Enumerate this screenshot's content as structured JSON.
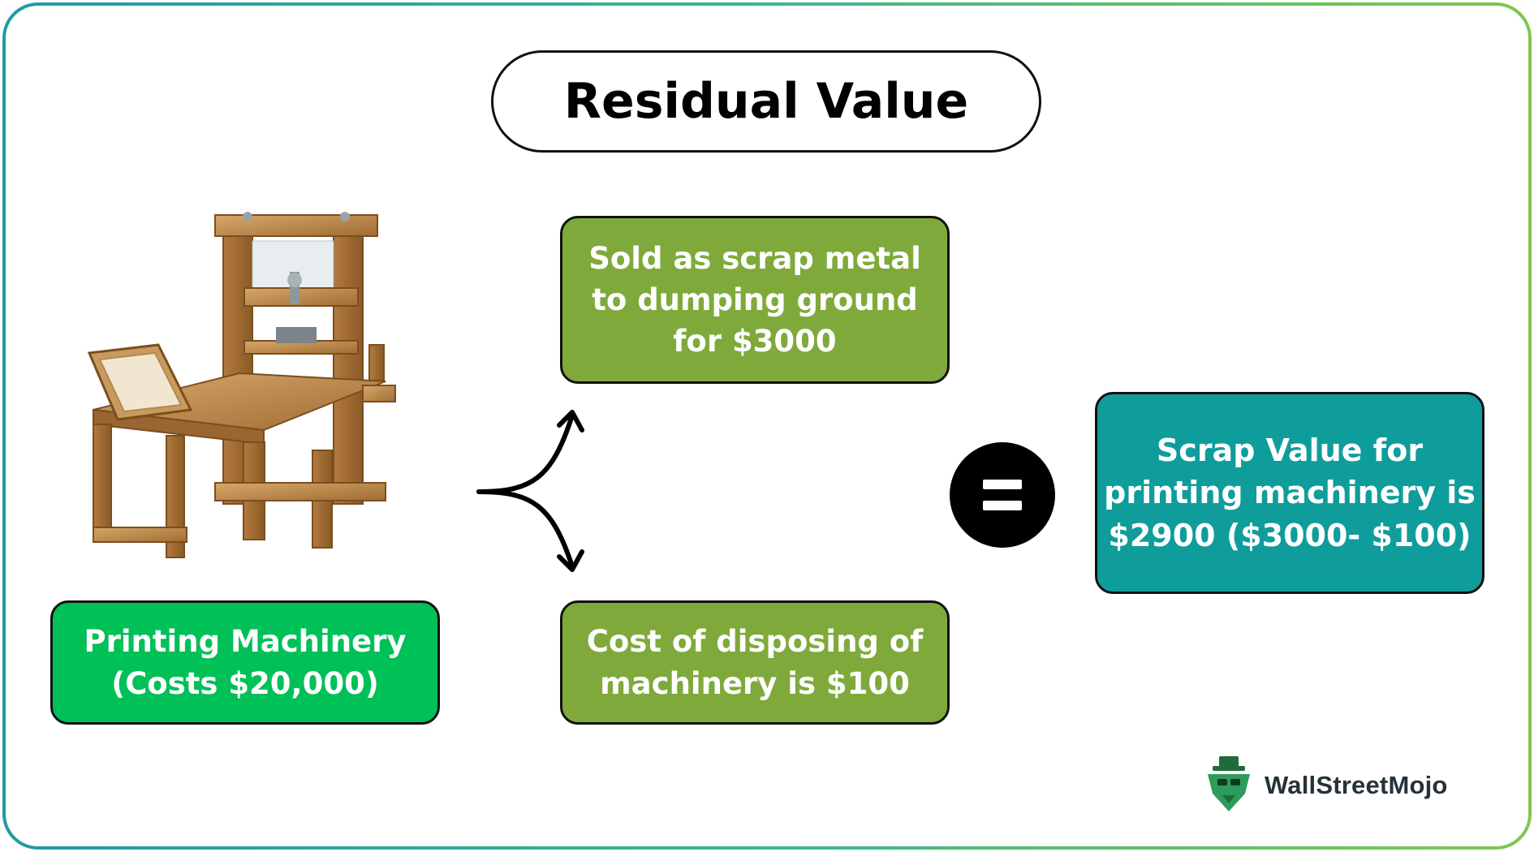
{
  "title": "Residual Value",
  "boxes": {
    "sold": [
      "Sold as scrap metal",
      "to dumping ground",
      "for $3000"
    ],
    "cost": [
      "Cost of disposing of",
      "machinery is $100"
    ],
    "printing": [
      "Printing Machinery",
      "(Costs $20,000)"
    ],
    "scrap": [
      "Scrap Value for",
      "printing machinery is",
      "$2900 ($3000- $100)"
    ]
  },
  "brand": {
    "name": "WallStreetMojo"
  },
  "colors": {
    "olive_box": "#7faa3b",
    "green_box": "#00c058",
    "teal_box": "#0f9d9c",
    "border_gradient": [
      "#1f9aa6",
      "#7ec84e"
    ]
  },
  "icons": {
    "illustration": "printing-press-illustration",
    "operator": "equals-icon",
    "connector": "branching-arrows",
    "logo": "wallstreetmojo-logo-icon"
  }
}
